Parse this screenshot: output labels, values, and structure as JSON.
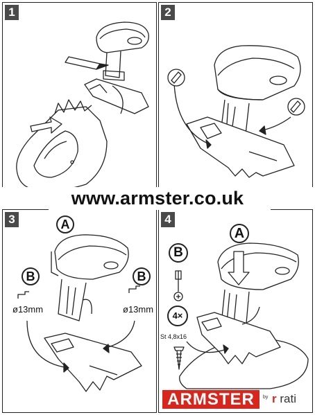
{
  "panels": [
    {
      "number": "1"
    },
    {
      "number": "2"
    },
    {
      "number": "3"
    },
    {
      "number": "4"
    }
  ],
  "website": "www.armster.co.uk",
  "labels": {
    "a": "A",
    "b": "B",
    "drill_size": "ø13mm",
    "screw_count": "4×",
    "screw_spec": "St 4,8x16"
  },
  "brand": {
    "name": "ARMSTER",
    "by": "by",
    "partner_prefix": "r",
    "partner_name": "rati"
  },
  "colors": {
    "brand_red": "#d9261c",
    "badge_gray": "#4a4a4a",
    "line": "#222222"
  }
}
